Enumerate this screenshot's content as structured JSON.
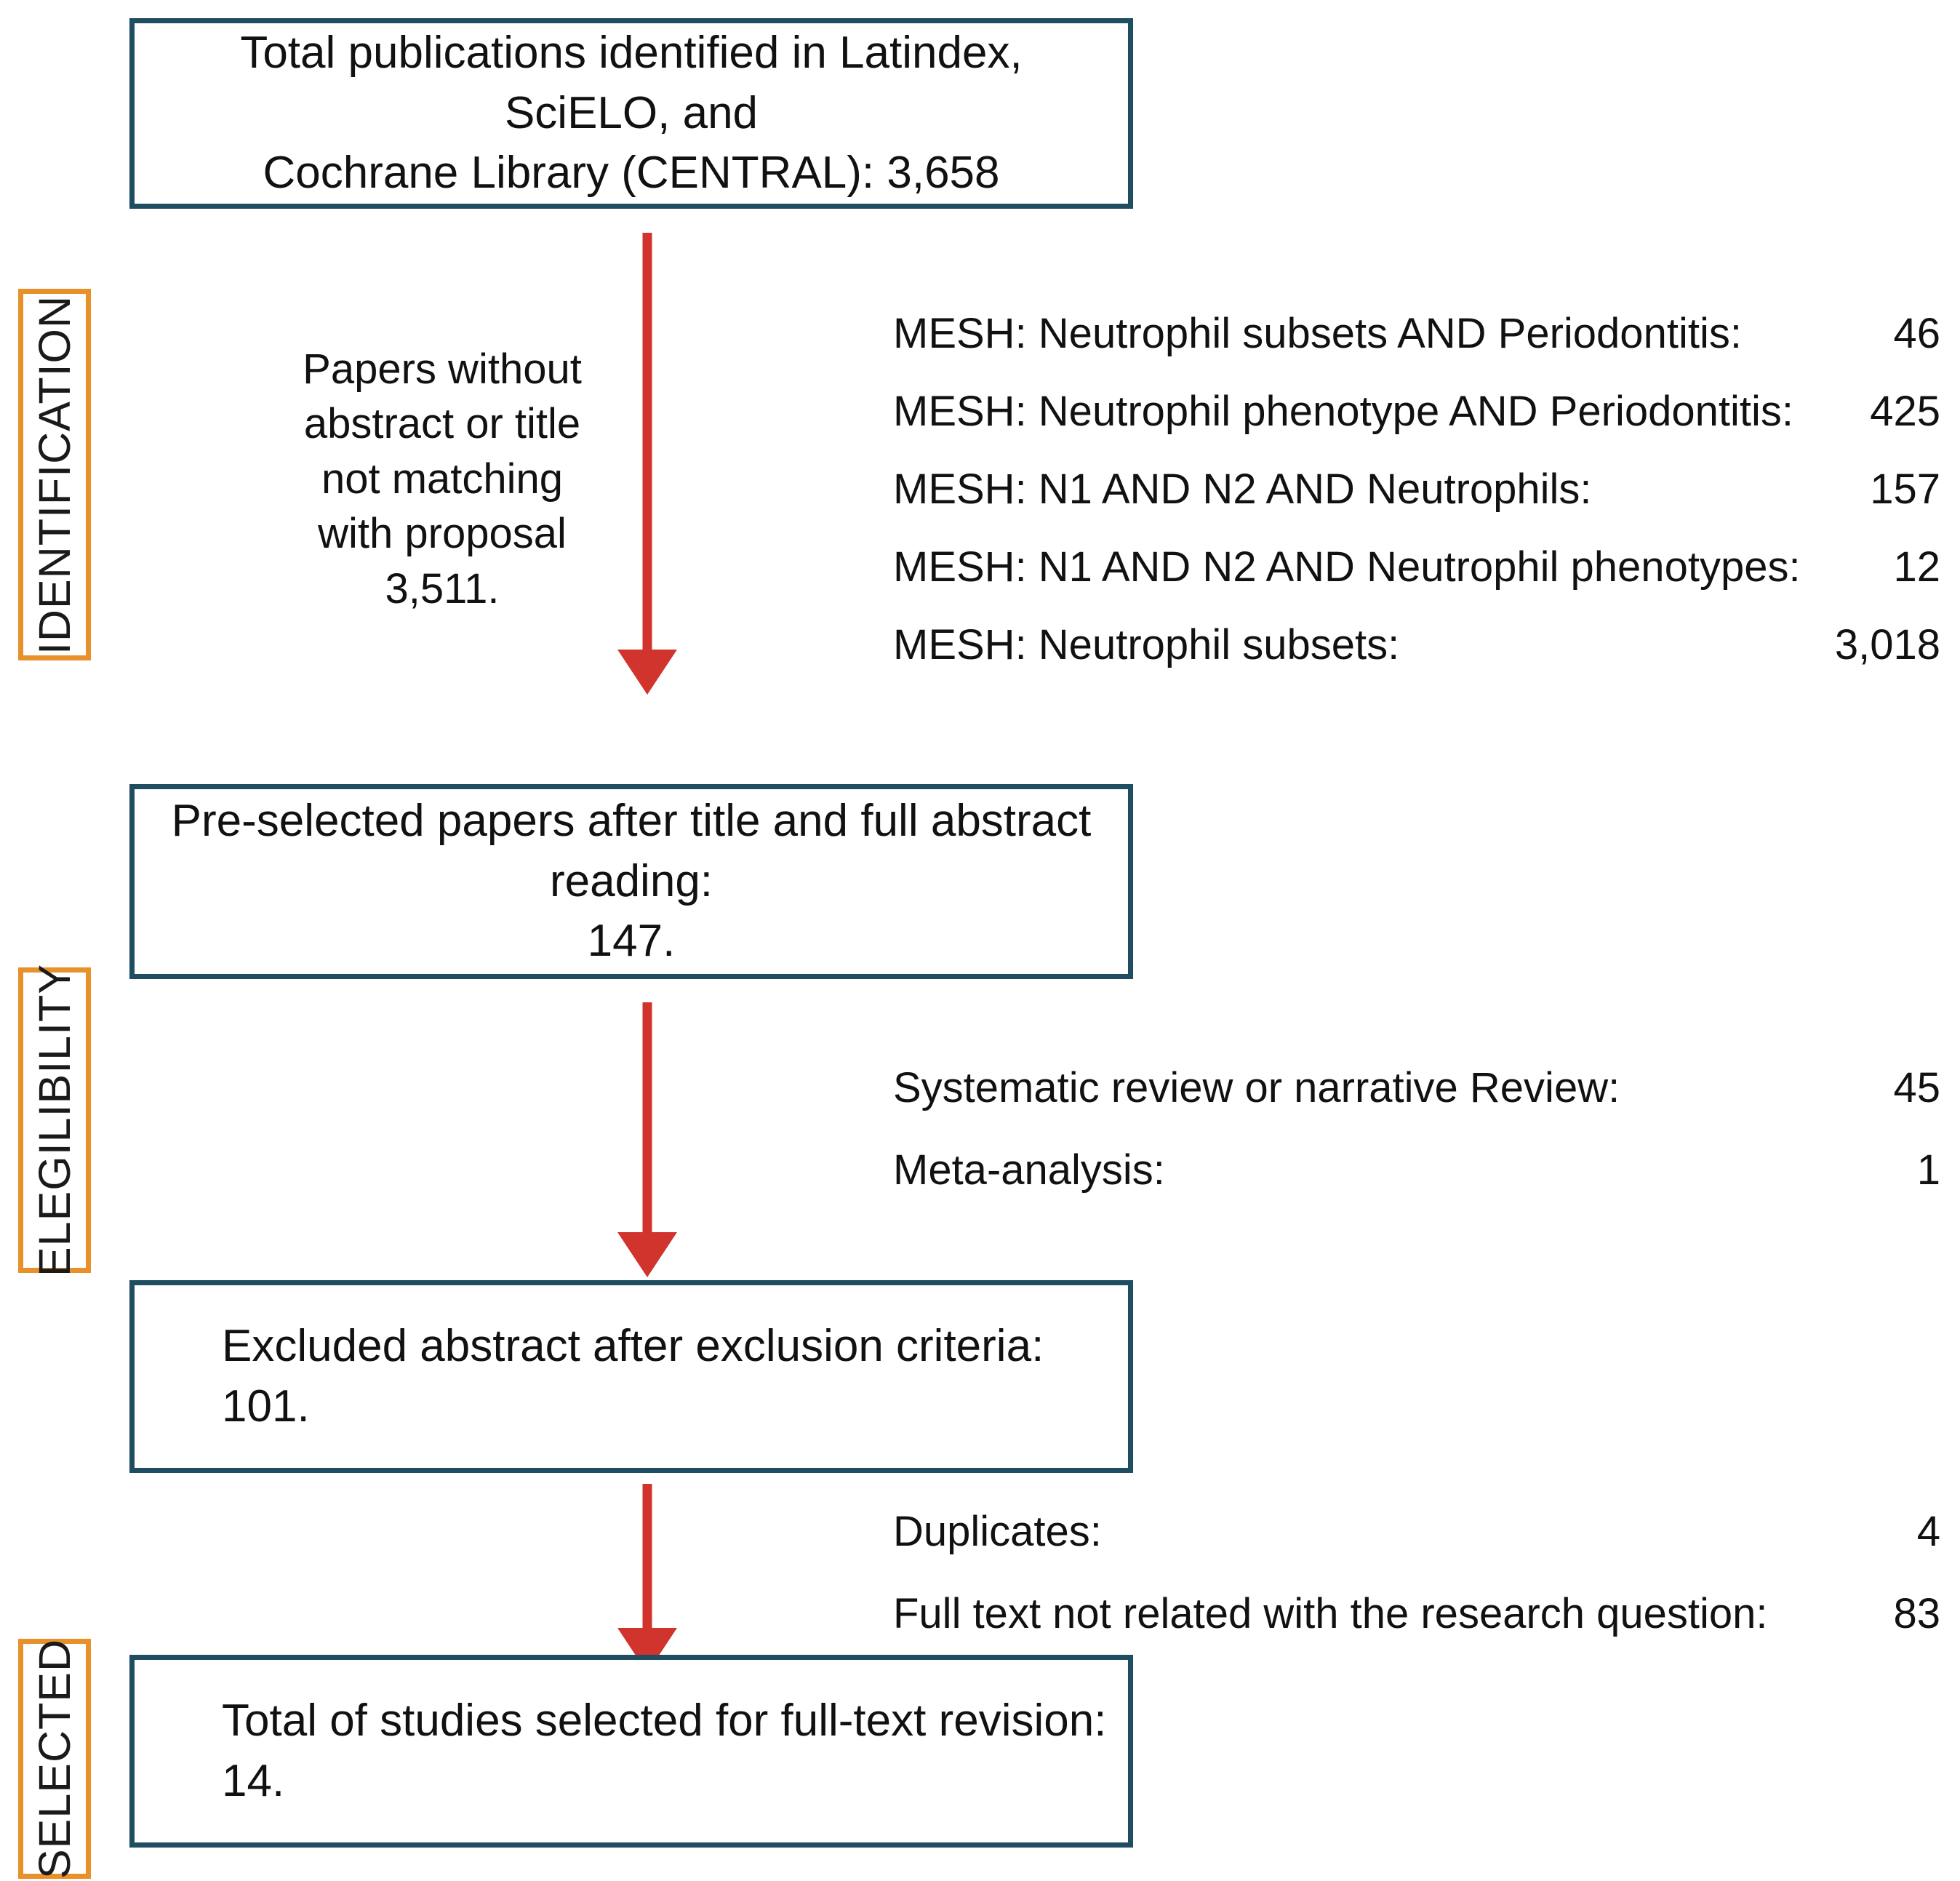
{
  "diagram": {
    "title": "PRISMA-style study selection flow diagram",
    "colors": {
      "box_border": "#1F4E63",
      "stage_border": "#E8912B",
      "arrow": "#D0342C",
      "background": "#FFFFFF",
      "text": "#111111"
    }
  },
  "stages": [
    {
      "label": "IDENTIFICATION"
    },
    {
      "label": "ELEGILIBILITY"
    },
    {
      "label": "SELECTED"
    }
  ],
  "boxes": [
    {
      "id": "identified",
      "line1": "Total publications identified in Latindex, SciELO, and",
      "line2": "Cochrane Library (CENTRAL): 3,658",
      "count": "3,658"
    },
    {
      "id": "pre-selected",
      "line1": "Pre-selected papers after title and full abstract reading:",
      "line2": "147.",
      "count": "147"
    },
    {
      "id": "excluded",
      "line1": "Excluded abstract after exclusion criteria: 101.",
      "line2": "",
      "count": "101"
    },
    {
      "id": "selected",
      "line1": "Total of studies selected for full-text revision: 14.",
      "line2": "",
      "count": "14"
    }
  ],
  "arrow_caption": {
    "line1": "Papers without",
    "line2": "abstract or title",
    "line3": "not matching",
    "line4": "with proposal",
    "line5": "3,511."
  },
  "mesh_notes": [
    {
      "label": "MESH: Neutrophil subsets AND Periodontitis:",
      "value": "46"
    },
    {
      "label": "MESH: Neutrophil phenotype AND Periodontitis:",
      "value": "425"
    },
    {
      "label": "MESH: N1 AND N2 AND Neutrophils:",
      "value": "157"
    },
    {
      "label": "MESH: N1 AND N2 AND Neutrophil phenotypes:",
      "value": "12"
    },
    {
      "label": "MESH: Neutrophil subsets:",
      "value": "3,018"
    }
  ],
  "eligibility_notes": [
    {
      "label": "Systematic review or narrative Review:",
      "value": "45"
    },
    {
      "label": "Meta-analysis:",
      "value": "1"
    }
  ],
  "fulltext_notes": [
    {
      "label": "Duplicates:",
      "value": "4"
    },
    {
      "label": "Full text not related with the research question:",
      "value": "83"
    }
  ]
}
